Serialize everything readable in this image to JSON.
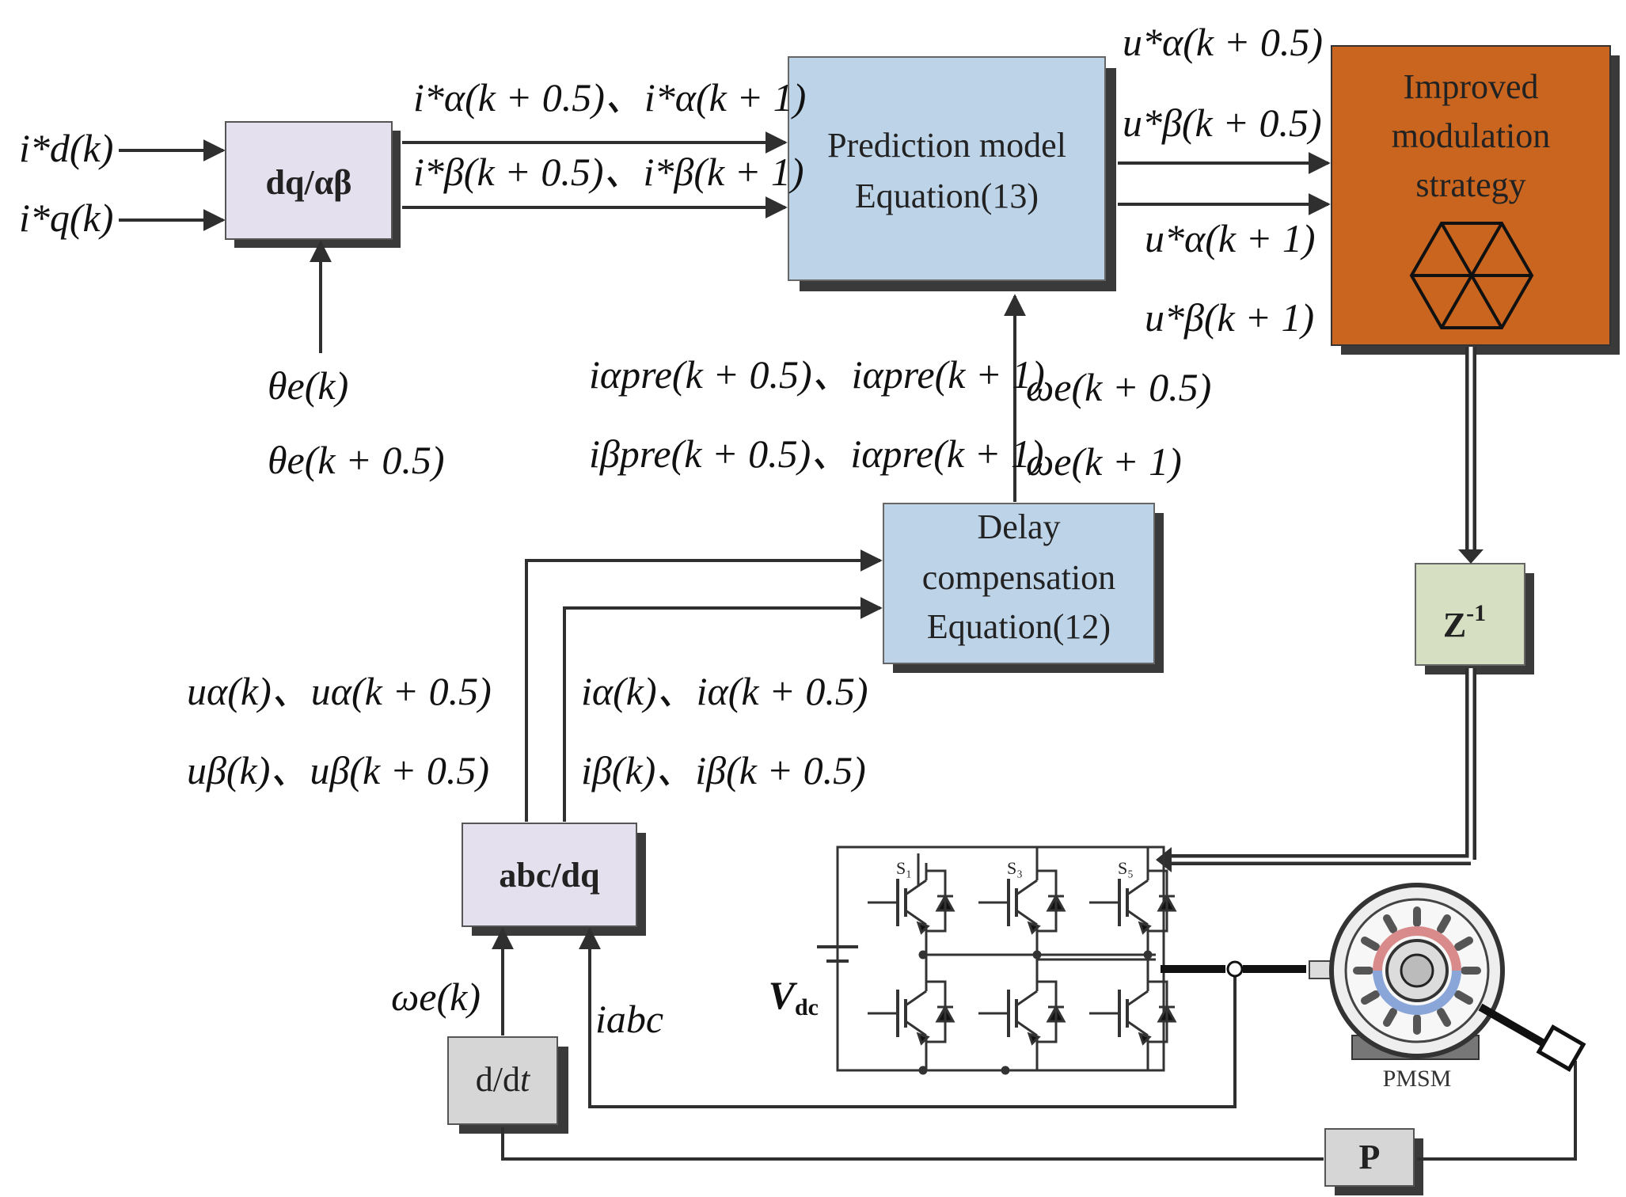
{
  "blocks": {
    "dq_ab": "dq/αβ",
    "prediction": [
      "Prediction model",
      "Equation(13)"
    ],
    "modulation": [
      "Improved",
      "modulation",
      "strategy"
    ],
    "delay": [
      "Delay",
      "compensation",
      "Equation(12)"
    ],
    "z": "Z",
    "z_sup": "-1",
    "abc_dq": "abc/dq",
    "ddt": "d/d",
    "ddt_t": "t",
    "p": "P",
    "pmsm": "PMSM",
    "vdc": "V",
    "vdc_sub": "dc",
    "switches": [
      "S₁",
      "S₃",
      "S₅"
    ]
  },
  "signals": {
    "id_ref": "i*d(k)",
    "iq_ref": "i*q(k)",
    "theta_k": "θe(k)",
    "theta_k05": "θe(k + 0.5)",
    "i_alpha_ref": "i*α(k + 0.5)、i*α(k + 1)",
    "i_beta_ref": "i*β(k + 0.5)、i*β(k + 1)",
    "u_alpha_ref_05": "u*α(k + 0.5)",
    "u_beta_ref_05": "u*β(k + 0.5)",
    "u_alpha_ref_1": "u*α(k + 1)",
    "u_beta_ref_1": "u*β(k + 1)",
    "i_alpha_pre": "iαpre(k + 0.5)、iαpre(k + 1)",
    "i_beta_pre": "iβpre(k + 0.5)、iαpre(k + 1)",
    "omega_05": "ωe(k + 0.5)",
    "omega_1": "ωe(k + 1)",
    "u_alpha": "uα(k)、uα(k + 0.5)",
    "u_beta": "uβ(k)、uβ(k + 0.5)",
    "i_alpha": "iα(k)、iα(k + 0.5)",
    "i_beta": "iβ(k)、iβ(k + 0.5)",
    "omega_k": "ωe(k)",
    "i_abc": "iabc"
  },
  "colors": {
    "block_purple": "#e4e0ee",
    "block_blue": "#bcd3e8",
    "block_orange": "#c9651e",
    "block_green": "#d7dfc2",
    "block_gray": "#d6d6d6",
    "shadow": "#3a3a3a",
    "line": "#2f2f2f"
  }
}
